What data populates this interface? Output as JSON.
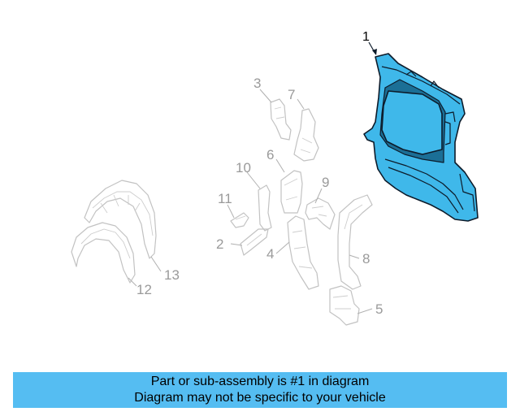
{
  "diagram": {
    "highlighted_part": "1",
    "callouts": [
      {
        "id": "c1",
        "label": "1",
        "highlighted": true
      },
      {
        "id": "c2",
        "label": "2"
      },
      {
        "id": "c3",
        "label": "3"
      },
      {
        "id": "c4",
        "label": "4"
      },
      {
        "id": "c5",
        "label": "5"
      },
      {
        "id": "c6",
        "label": "6"
      },
      {
        "id": "c7",
        "label": "7"
      },
      {
        "id": "c8",
        "label": "8"
      },
      {
        "id": "c9",
        "label": "9"
      },
      {
        "id": "c10",
        "label": "10"
      },
      {
        "id": "c11",
        "label": "11"
      },
      {
        "id": "c12",
        "label": "12"
      },
      {
        "id": "c13",
        "label": "13"
      }
    ],
    "highlight_color": "#3fb8ea",
    "ghost_color": "#c2c2c2"
  },
  "banner": {
    "line1": "Part or sub-assembly is #1 in diagram",
    "line2": "Diagram may not be specific to your vehicle",
    "background": "#55bdf2"
  }
}
